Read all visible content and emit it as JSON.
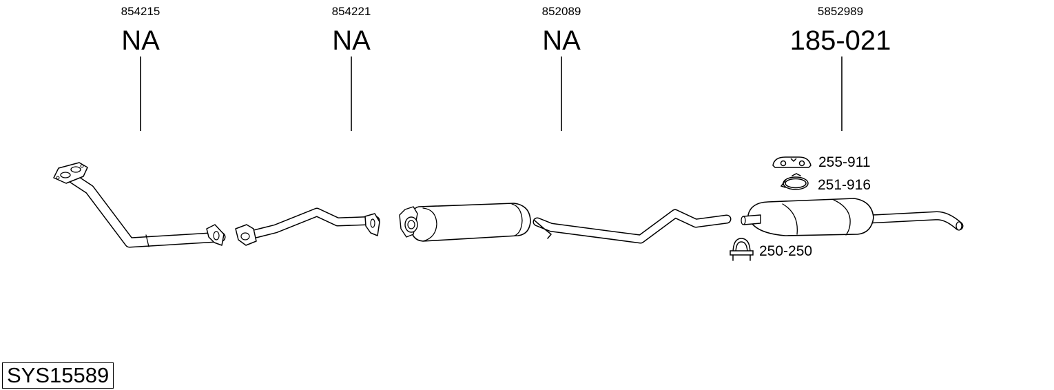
{
  "parts": [
    {
      "oem": "854215",
      "ref": "NA"
    },
    {
      "oem": "854221",
      "ref": "NA"
    },
    {
      "oem": "852089",
      "ref": "NA"
    },
    {
      "oem": "5852989",
      "ref": "185-021"
    }
  ],
  "accessories": [
    {
      "ref": "255-911",
      "icon": "rubber-hanger-icon"
    },
    {
      "ref": "251-916",
      "icon": "pipe-clamp-icon"
    },
    {
      "ref": "250-250",
      "icon": "u-bolt-clamp-icon"
    }
  ],
  "system_code": "SYS15589"
}
